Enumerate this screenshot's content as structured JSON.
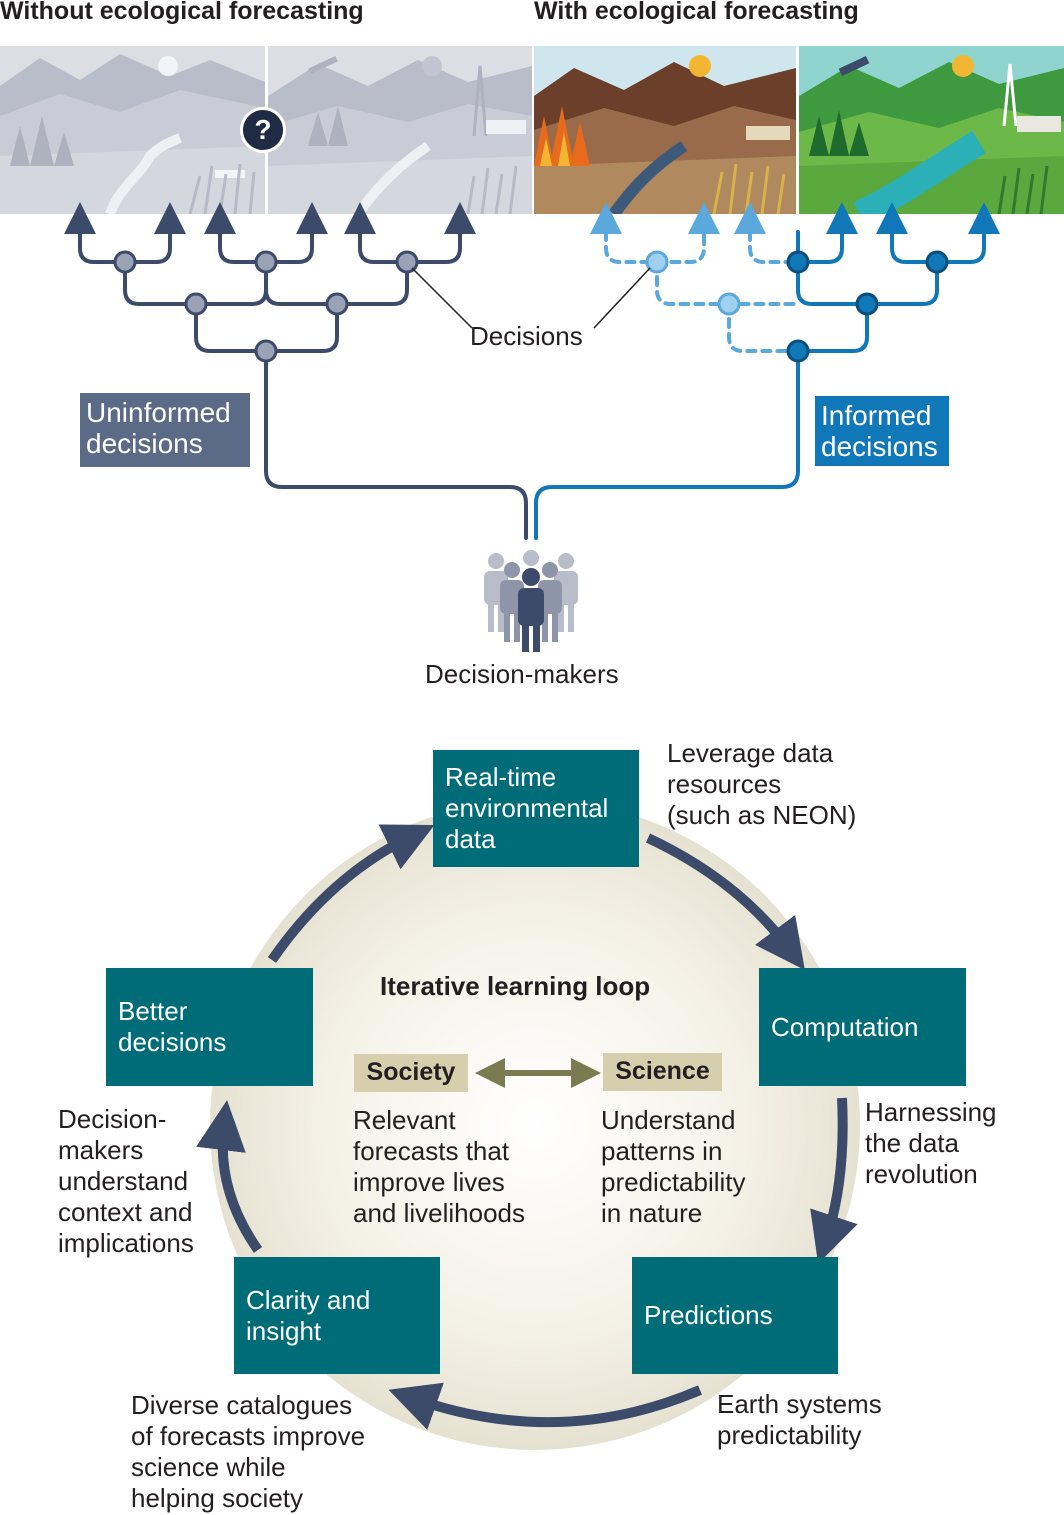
{
  "headings": {
    "without": "Without ecological forecasting",
    "with": "With ecological forecasting"
  },
  "question_mark": "?",
  "labels": {
    "decisions": "Decisions",
    "uninformed": "Uninformed\ndecisions",
    "informed": "Informed\ndecisions",
    "decision_makers": "Decision-makers"
  },
  "loop": {
    "title": "Iterative learning loop",
    "boxes": {
      "realtime": "Real-time\nenvironmental\ndata",
      "computation": "Computation",
      "predictions": "Predictions",
      "clarity": "Clarity and\ninsight",
      "better": "Better\ndecisions"
    },
    "notes": {
      "leverage": "Leverage data\nresources\n(such as NEON)",
      "harnessing": "Harnessing\nthe data\nrevolution",
      "earth": "Earth systems\npredictability",
      "diverse": "Diverse catalogues\nof forecasts improve\nscience while\nhelping society",
      "makers": "Decision-\nmakers\nunderstand\ncontext and\nimplications"
    },
    "society": {
      "tag": "Society",
      "text": "Relevant\nforecasts that\nimprove lives\nand livelihoods"
    },
    "science": {
      "tag": "Science",
      "text": "Understand\npatterns in\npredictability\nin nature"
    }
  },
  "colors": {
    "uninformed": "#5a6a87",
    "informed": "#1077b8",
    "teal": "#006c78",
    "loop_arrow": "#3d4b6b",
    "tag_bg": "#d6cfad",
    "double_arrow": "#7b7b52"
  }
}
